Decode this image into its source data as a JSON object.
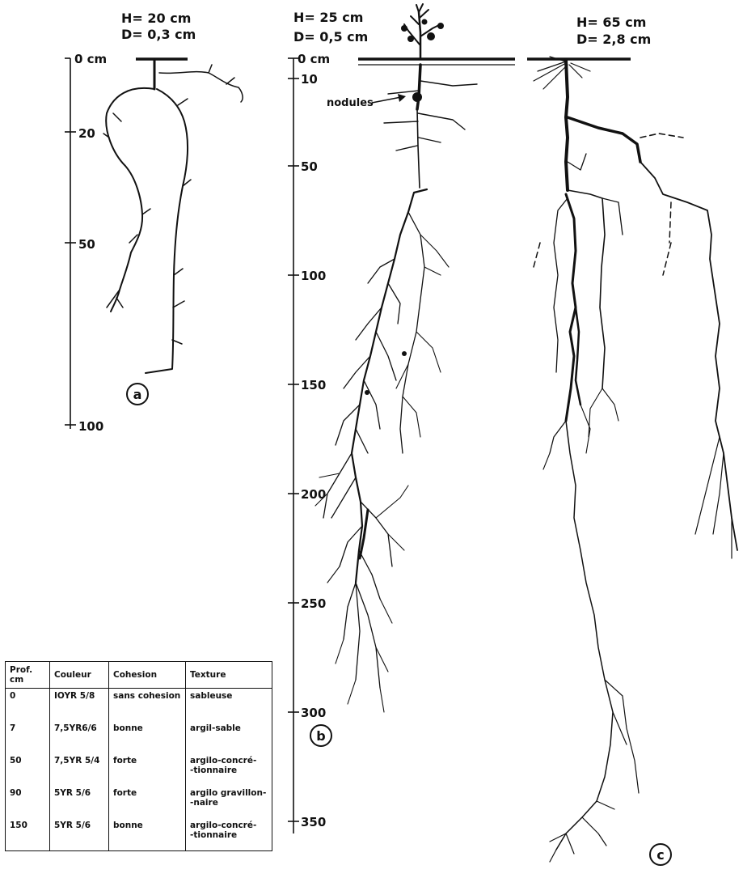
{
  "plants": [
    {
      "id": "a",
      "height": "H= 20 cm",
      "diameter": "D= 0,3 cm",
      "marker": "a",
      "ticks": [
        "0 cm",
        "20",
        "50",
        "100"
      ]
    },
    {
      "id": "b",
      "height": "H= 25 cm",
      "diameter": "D= 0,5 cm",
      "marker": "b",
      "ticks": [
        "0 cm",
        "10",
        "50",
        "100",
        "150",
        "200",
        "250",
        "300",
        "350"
      ]
    },
    {
      "id": "c",
      "height": "H= 65 cm",
      "diameter": "D= 2,8 cm",
      "marker": "c"
    }
  ],
  "annotations": {
    "nodules": "nodules"
  },
  "soil_table": {
    "headers": [
      "Prof. cm",
      "Couleur",
      "Cohesion",
      "Texture"
    ],
    "rows": [
      {
        "depth": "0",
        "color": "IOYR 5/8",
        "cohesion": "sans cohesion",
        "texture": "sableuse"
      },
      {
        "depth": "7",
        "color": "7,5YR6/6",
        "cohesion": "bonne",
        "texture": "argil-sable"
      },
      {
        "depth": "50",
        "color": "7,5YR 5/4",
        "cohesion": "forte",
        "texture": "argilo-concré-\n-tionnaire"
      },
      {
        "depth": "90",
        "color": "5YR 5/6",
        "cohesion": "forte",
        "texture": "argilo gravillon-\n-naire"
      },
      {
        "depth": "150",
        "color": "5YR 5/6",
        "cohesion": "bonne",
        "texture": "argilo-concré-\n-tionnaire"
      }
    ]
  }
}
